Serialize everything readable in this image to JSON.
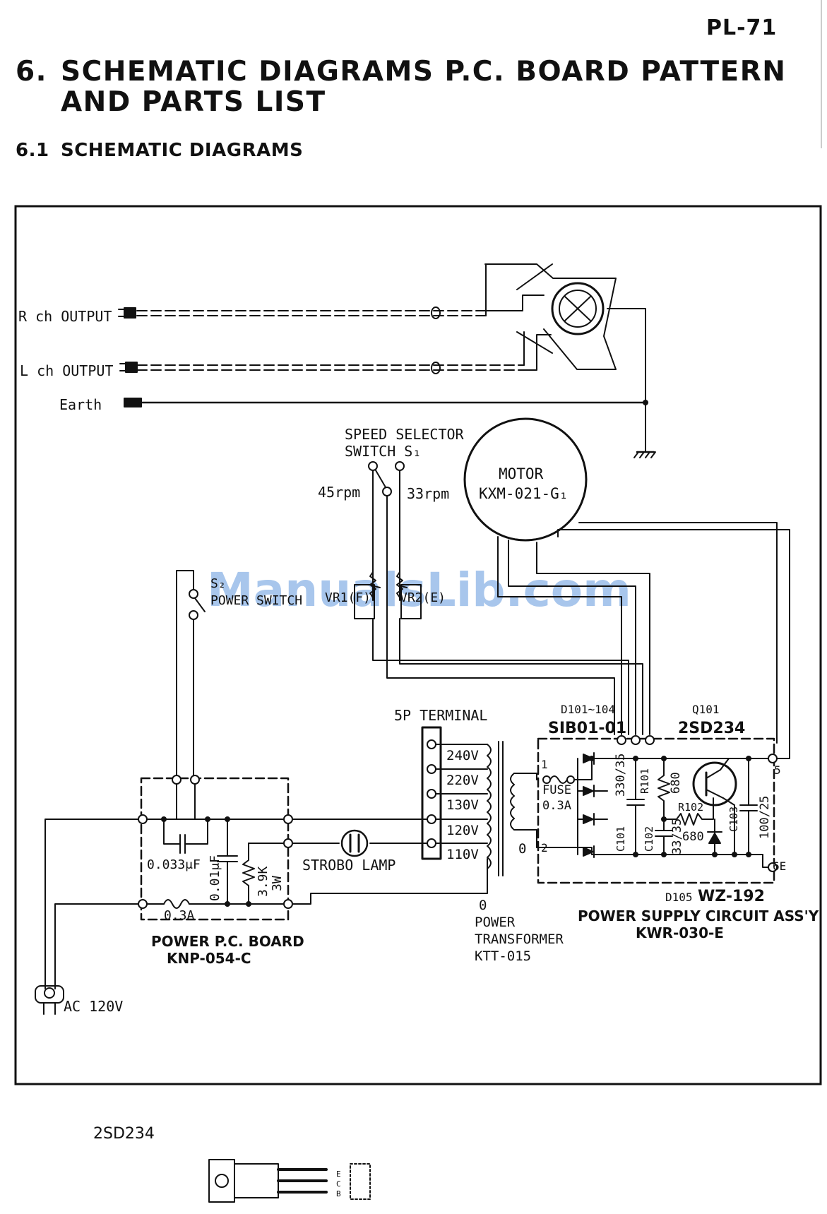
{
  "page": {
    "model": "PL-71",
    "section_number": "6.",
    "section_title_line1": "SCHEMATIC DIAGRAMS P.C. BOARD PATTERN",
    "section_title_line2": "AND PARTS LIST",
    "subsection_number": "6.1",
    "subsection_title": "SCHEMATIC DIAGRAMS",
    "watermark": "ManualsLib.com",
    "package_label": "2SD234"
  },
  "schematic": {
    "outputs": {
      "rch": "R ch OUTPUT",
      "lch": "L ch OUTPUT",
      "earth": "Earth"
    },
    "speed_selector": {
      "title_line1": "SPEED SELECTOR",
      "title_line2": "SWITCH S₁",
      "rpm45": "45rpm",
      "rpm33": "33rpm"
    },
    "motor": {
      "title": "MOTOR",
      "model": "KXM-021-G₁"
    },
    "power_switch": {
      "label_line1": "S₂",
      "label_line2": "POWER SWITCH"
    },
    "trimmers": {
      "vr1": "VR1(F)",
      "vr2": "VR2(E)"
    },
    "terminal": {
      "title": "5P TERMINAL",
      "taps": [
        "240V",
        "220V",
        "130V",
        "120V",
        "110V"
      ]
    },
    "transformer": {
      "zero_primary": "0",
      "zero_secondary": "0",
      "label_line1": "POWER",
      "label_line2": "TRANSFORMER",
      "label_line3": "KTT-015"
    },
    "power_board": {
      "cap1": "0.033μF",
      "cap2": "0.01μF",
      "resistor": "3.9K",
      "resistor_watt": "3W",
      "fuse": "0.3A",
      "label_line1": "POWER P.C. BOARD",
      "label_line2": "KNP-054-C"
    },
    "strobo": "STROBO LAMP",
    "ac": "AC 120V",
    "supply": {
      "diode_ref": "D101~104",
      "diode_part": "SIB01-01",
      "transistor_ref": "Q101",
      "transistor_part": "2SD234",
      "pin1": "1",
      "pin2": "2",
      "pin5": "5",
      "pin6": "6E",
      "fuse_line1": "FUSE",
      "fuse_line2": "0.3A",
      "c101_ref": "C101",
      "c101_val": "330/35",
      "r101_ref": "R101",
      "r101_val": "680",
      "c102_ref": "C102",
      "c102_val": "33/35",
      "r102_ref": "R102",
      "r102_val": "680",
      "c103_ref": "C103",
      "c103_val": "100/25",
      "zener_ref": "D105",
      "zener_part": "WZ-192",
      "label_line1": "POWER SUPPLY CIRCUIT ASS'Y",
      "label_line2": "KWR-030-E"
    },
    "package_pins": [
      "E",
      "C",
      "B"
    ]
  }
}
